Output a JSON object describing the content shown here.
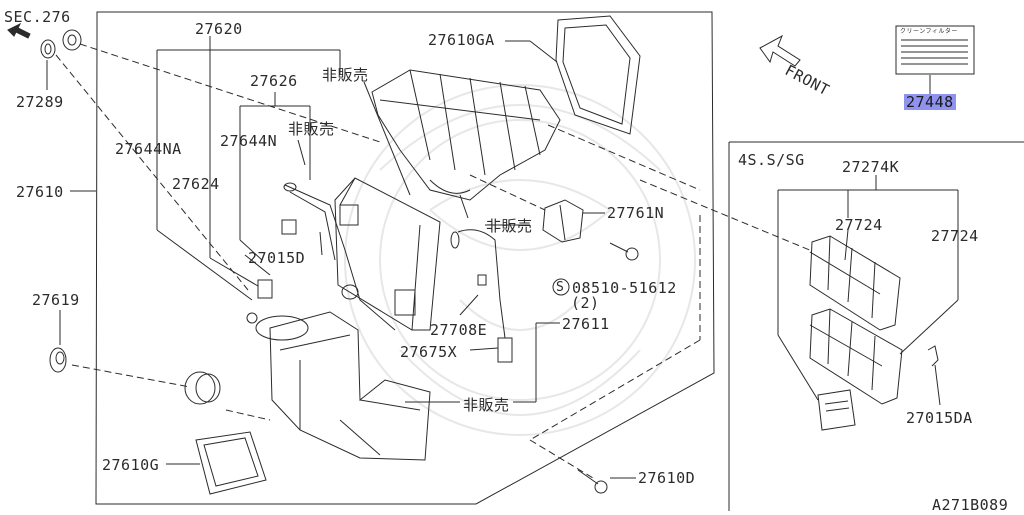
{
  "labels": {
    "sec276": "SEC.276",
    "p27289": "27289",
    "p27620": "27620",
    "p27626": "27626",
    "p27610ga": "27610GA",
    "hihanbai_top": "非販売",
    "hihanbai_2": "非販売",
    "p27644na": "27644NA",
    "p27644n": "27644N",
    "p27624": "27624",
    "p27610": "27610",
    "p27015d": "27015D",
    "hihanbai_mid": "非販売",
    "p27761n": "27761N",
    "p08510": "08510-51612",
    "p08510_qty": "(2)",
    "p27619": "27619",
    "p27708e": "27708E",
    "p27611": "27611",
    "p27675x": "27675X",
    "hihanbai_bot": "非販売",
    "p27610g": "27610G",
    "p27610d": "27610D",
    "front": "FRONT",
    "p27448": "27448",
    "p27448_card": "クリーンフィルター",
    "variant": "4S.S/SG",
    "p27274k": "27274K",
    "p27724_a": "27724",
    "p27724_b": "27724",
    "p27015da": "27015DA",
    "diagram_id": "A271B089",
    "screw_s": "S"
  },
  "colors": {
    "line": "#2b2b2b",
    "highlight": "#8f93ee",
    "watermark": "#e7e7e7"
  }
}
